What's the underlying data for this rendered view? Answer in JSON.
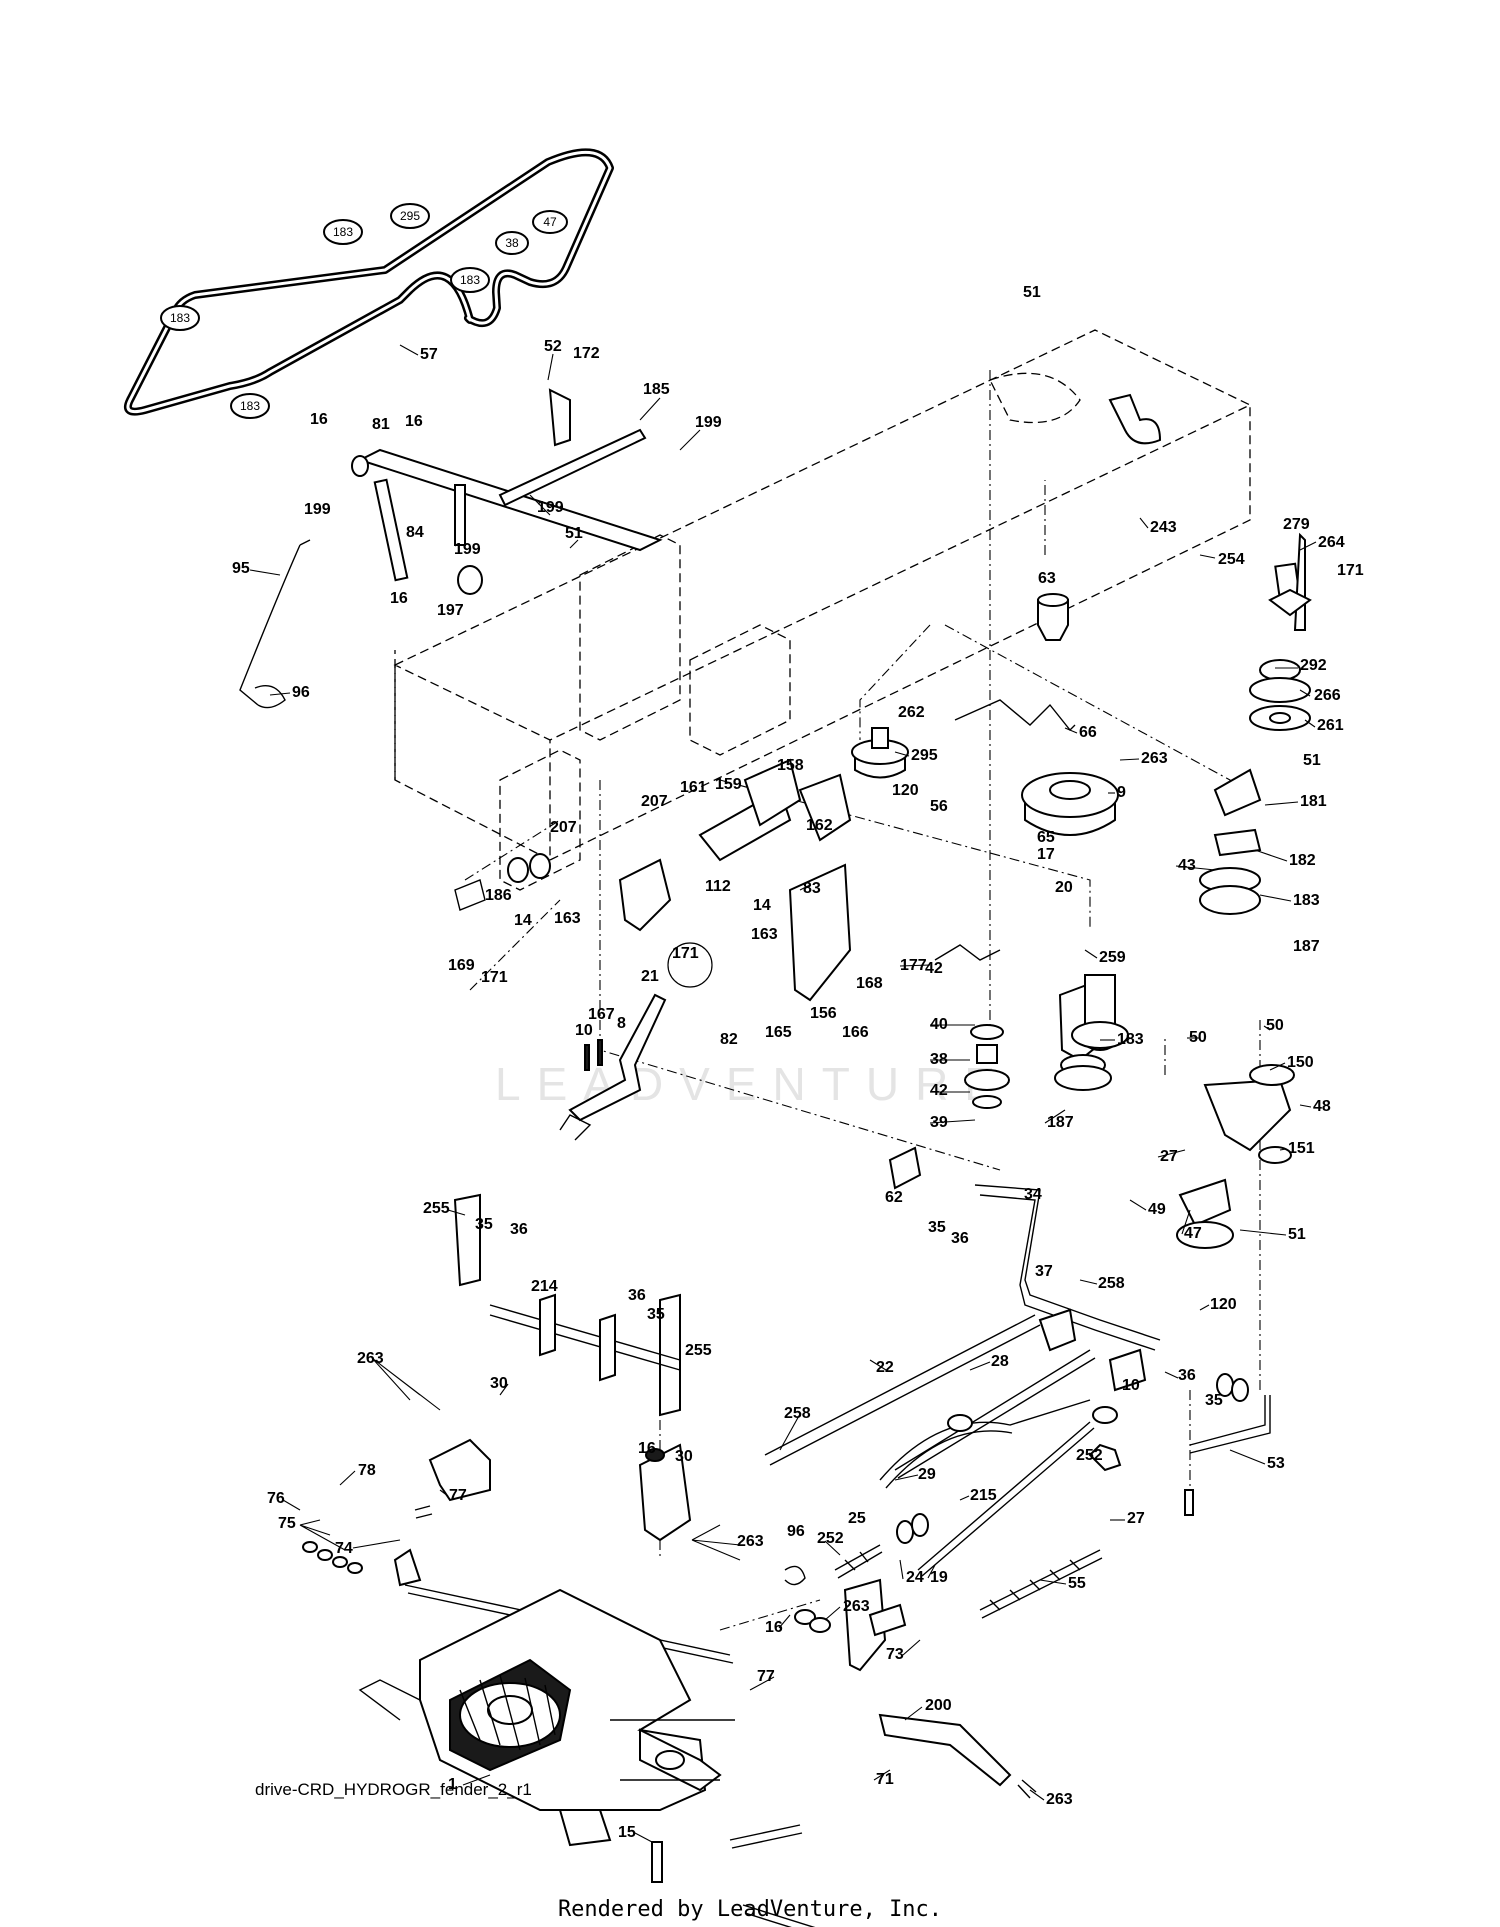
{
  "diagram": {
    "footer": "Rendered by LeadVenture, Inc.",
    "reference": "drive-CRD_HYDROGR_fender_2_r1",
    "watermark": "LEADVENTURE",
    "belt_labels": [
      "183",
      "295",
      "47",
      "38",
      "183",
      "183",
      "183"
    ],
    "part_labels": [
      "57",
      "52",
      "172",
      "185",
      "199",
      "16",
      "81",
      "16",
      "199",
      "84",
      "199",
      "199",
      "51",
      "16",
      "197",
      "95",
      "96",
      "51",
      "243",
      "254",
      "279",
      "264",
      "171",
      "63",
      "292",
      "266",
      "261",
      "51",
      "262",
      "66",
      "295",
      "120",
      "56",
      "9",
      "263",
      "181",
      "65",
      "17",
      "20",
      "182",
      "43",
      "183",
      "187",
      "158",
      "161",
      "159",
      "207",
      "162",
      "207",
      "186",
      "14",
      "163",
      "112",
      "14",
      "171",
      "83",
      "163",
      "169",
      "171",
      "167",
      "177",
      "42",
      "168",
      "21",
      "82",
      "165",
      "156",
      "166",
      "259",
      "40",
      "8",
      "38",
      "183",
      "10",
      "42",
      "39",
      "187",
      "50",
      "50",
      "150",
      "48",
      "27",
      "151",
      "62",
      "35",
      "36",
      "34",
      "49",
      "47",
      "51",
      "255",
      "35",
      "36",
      "37",
      "258",
      "120",
      "214",
      "36",
      "35",
      "255",
      "263",
      "30",
      "22",
      "28",
      "36",
      "35",
      "10",
      "258",
      "252",
      "16",
      "30",
      "29",
      "215",
      "53",
      "76",
      "78",
      "77",
      "75",
      "74",
      "263",
      "96",
      "252",
      "25",
      "24",
      "19",
      "55",
      "27",
      "263",
      "16",
      "73",
      "77",
      "200",
      "1",
      "15",
      "71",
      "263"
    ]
  }
}
